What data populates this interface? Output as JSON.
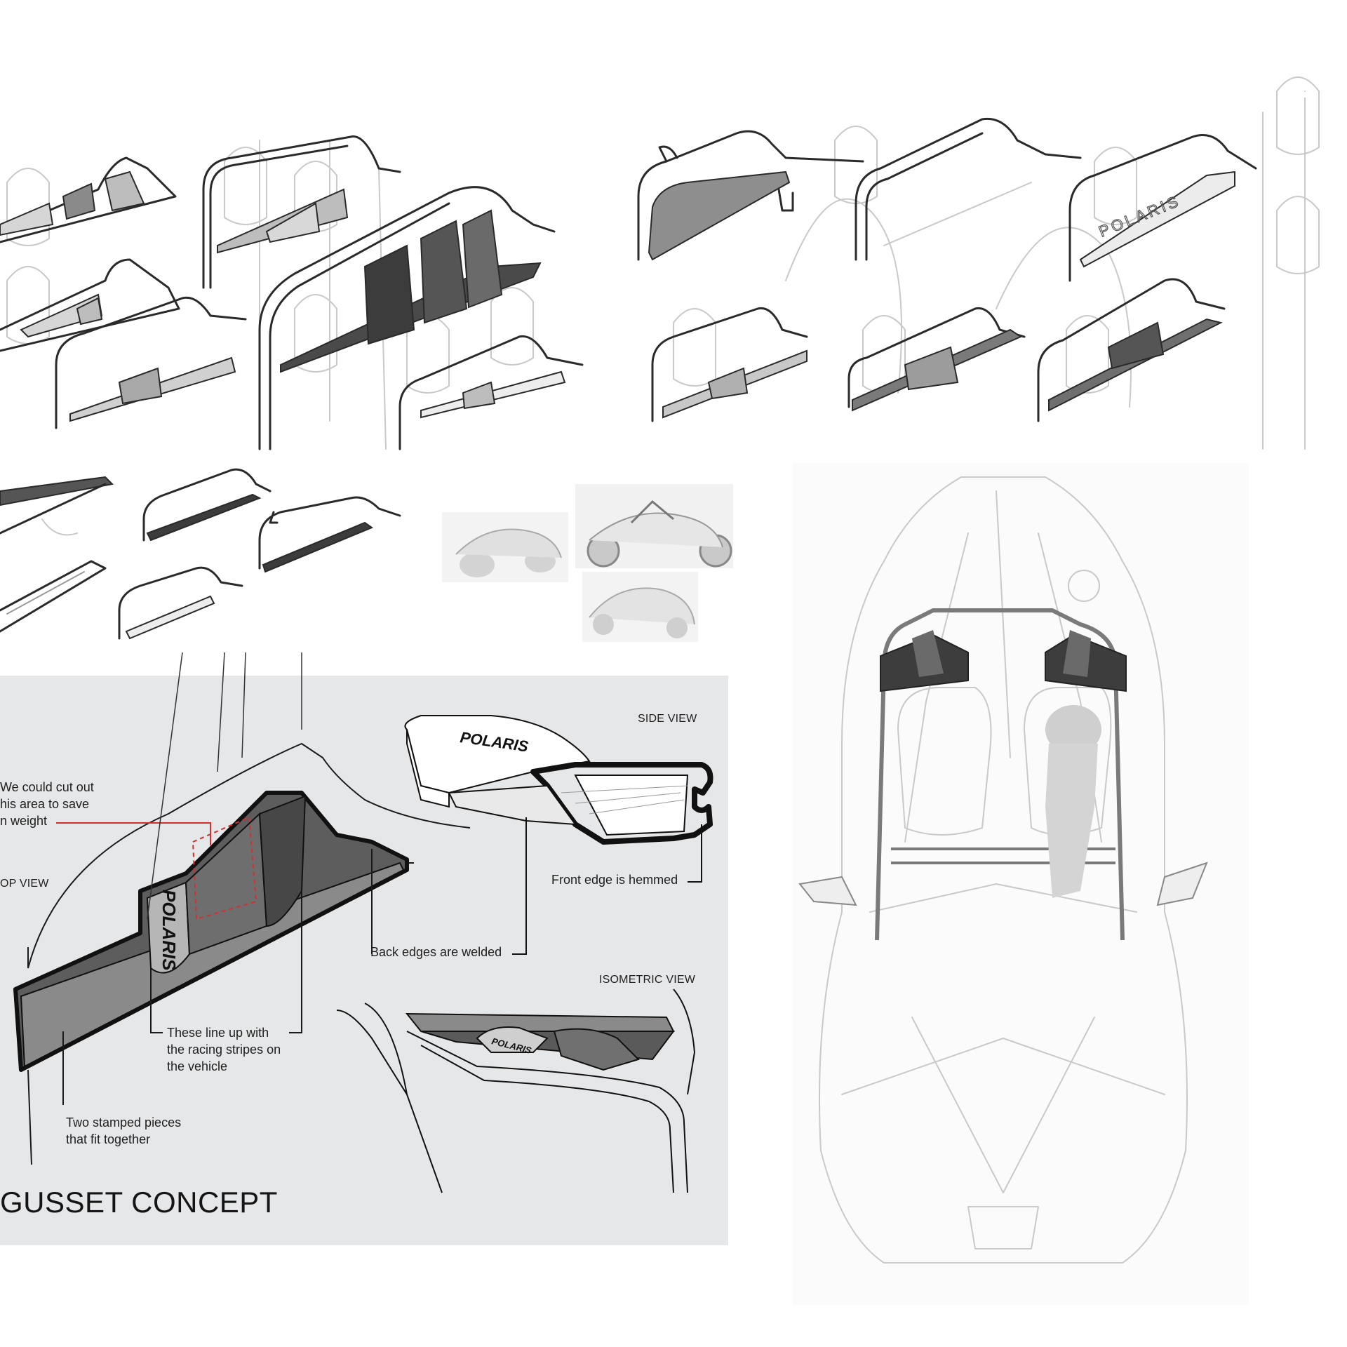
{
  "concept": {
    "title": "GUSSET CONCEPT",
    "brand": "POLARIS"
  },
  "views": {
    "top": "OP VIEW",
    "side": "SIDE VIEW",
    "isometric": "ISOMETRIC VIEW"
  },
  "callouts": {
    "cutout": [
      "We could cut out",
      "his area to save",
      "n weight"
    ],
    "back_edges": "Back edges are welded",
    "front_edge": "Front edge is hemmed",
    "stripes": [
      "These line up with",
      "the racing stripes on",
      "the vehicle"
    ],
    "stamped": [
      "Two stamped pieces",
      "that fit together"
    ]
  },
  "colors": {
    "panel_bg": "#e6e7e9",
    "gusset_dark": "#4a4a4a",
    "gusset_mid": "#7a7a7a",
    "callout_red": "#d0312d"
  }
}
